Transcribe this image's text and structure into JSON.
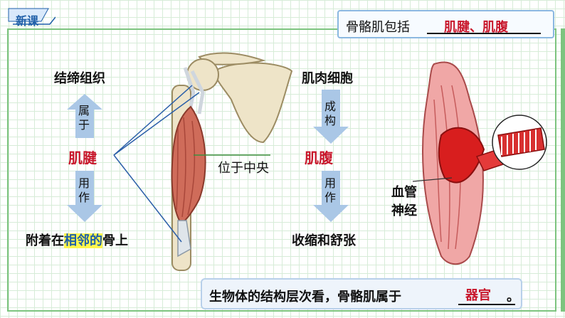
{
  "header": {
    "tag_label": "新课"
  },
  "summary": {
    "prefix": "骨骼肌包括",
    "answer": "肌腱、肌腹"
  },
  "tendon_column": {
    "top": "结缔组织",
    "belongs": "属于",
    "center": "肌腱",
    "function": "用作",
    "bottom_prefix": "附着在",
    "bottom_highlight": "相邻的",
    "bottom_suffix": "骨上"
  },
  "belly_column": {
    "top": "肌肉细胞",
    "composition": "成构",
    "center": "肌腹",
    "function": "用作",
    "bottom": "收缩和舒张"
  },
  "center_label": "位于中央",
  "vessel_label": {
    "line1": "血管",
    "line2": "神经"
  },
  "bottom_statement": {
    "text": "生物体的结构层次看，骨骼肌属于",
    "answer": "器官",
    "end": "。"
  },
  "colors": {
    "accent_green": "#7dc47f",
    "answer_red": "#c8162b",
    "arrow_blue": "#aac7e6"
  }
}
